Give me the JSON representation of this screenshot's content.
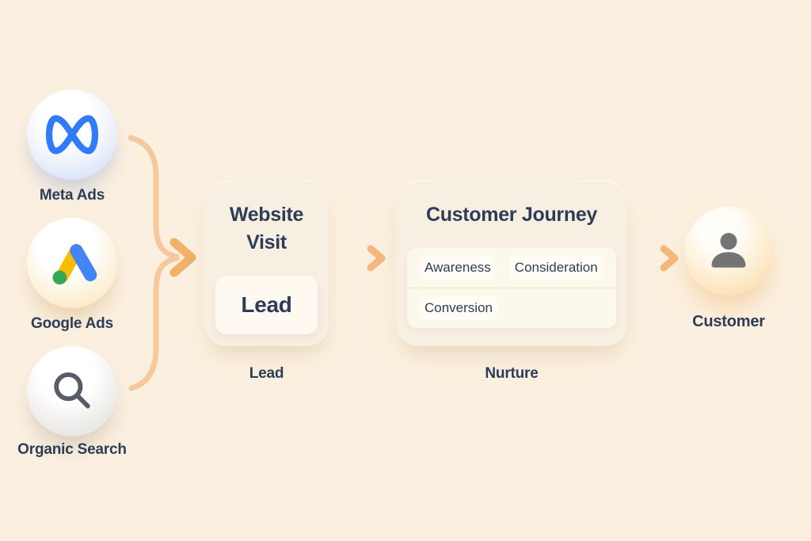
{
  "palette": {
    "background": "#fbf0e0",
    "card": "#f8efe3",
    "inner_chip": "#fefaf1",
    "text_navy": "#2e3d57",
    "arrow_shaft": "#f5bd85",
    "arrow_head": "#f0ad62",
    "meta_blue": "#2f7cf6",
    "google_yellow": "#fbbc05",
    "google_blue": "#4285f4",
    "google_green": "#34a853",
    "search_gray": "#575c66",
    "person_gray": "#747474"
  },
  "sources": [
    {
      "label": "Meta Ads",
      "icon": "meta-infinity-icon"
    },
    {
      "label": "Google Ads",
      "icon": "google-ads-icon"
    },
    {
      "label": "Organic Search",
      "icon": "search-icon"
    }
  ],
  "website_visit": {
    "title": "Website Visit",
    "chip": "Lead",
    "stage_label": "Lead"
  },
  "customer_journey": {
    "title": "Customer Journey",
    "stages": [
      "Awareness",
      "Consideration",
      "Conversion"
    ],
    "stage_label": "Nurture"
  },
  "customer": {
    "label": "Customer",
    "icon": "person-icon"
  }
}
